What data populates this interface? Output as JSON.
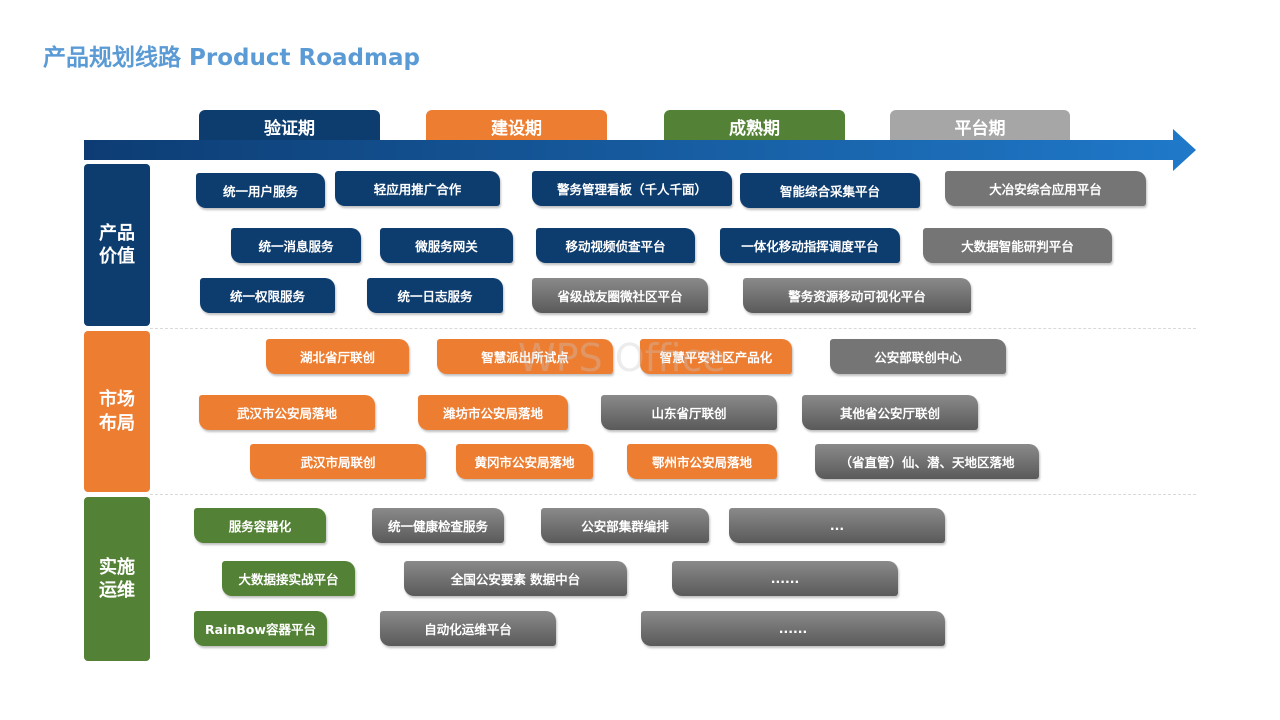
{
  "title": "产品规划线路 Product Roadmap",
  "phases": [
    "验证期",
    "建设期",
    "成熟期",
    "平台期"
  ],
  "rows": {
    "product": "产品\n价值",
    "market": "市场\n布局",
    "ops": "实施\n运维"
  },
  "product_boxes": [
    "统一用户服务",
    "轻应用推广合作",
    "警务管理看板（千人千面）",
    "智能综合采集平台",
    "大冶安综合应用平台",
    "统一消息服务",
    "微服务网关",
    "移动视频侦查平台",
    "一体化移动指挥调度平台",
    "大数据智能研判平台",
    "统一权限服务",
    "统一日志服务",
    "省级战友圈微社区平台",
    "警务资源移动可视化平台"
  ],
  "market_boxes": [
    "湖北省厅联创",
    "智慧派出所试点",
    "智慧平安社区产品化",
    "公安部联创中心",
    "武汉市公安局落地",
    "潍坊市公安局落地",
    "山东省厅联创",
    "其他省公安厅联创",
    "武汉市局联创",
    "黄冈市公安局落地",
    "鄂州市公安局落地",
    "（省直管）仙、潜、天地区落地"
  ],
  "ops_boxes": [
    "服务容器化",
    "统一健康检查服务",
    "公安部集群编排",
    "...",
    "大数据接实战平台",
    "全国公安要素 数据中台",
    "......",
    "RainBow容器平台",
    "自动化运维平台",
    "......"
  ],
  "watermark": "WPS Office",
  "colors": {
    "title": "#5b9bd5",
    "navy": "#0d3c6e",
    "orange": "#ed7d31",
    "green": "#538135",
    "grey": "#6b6b6b",
    "light_grey": "#a6a6a6",
    "arrow": "#1f78c8"
  }
}
